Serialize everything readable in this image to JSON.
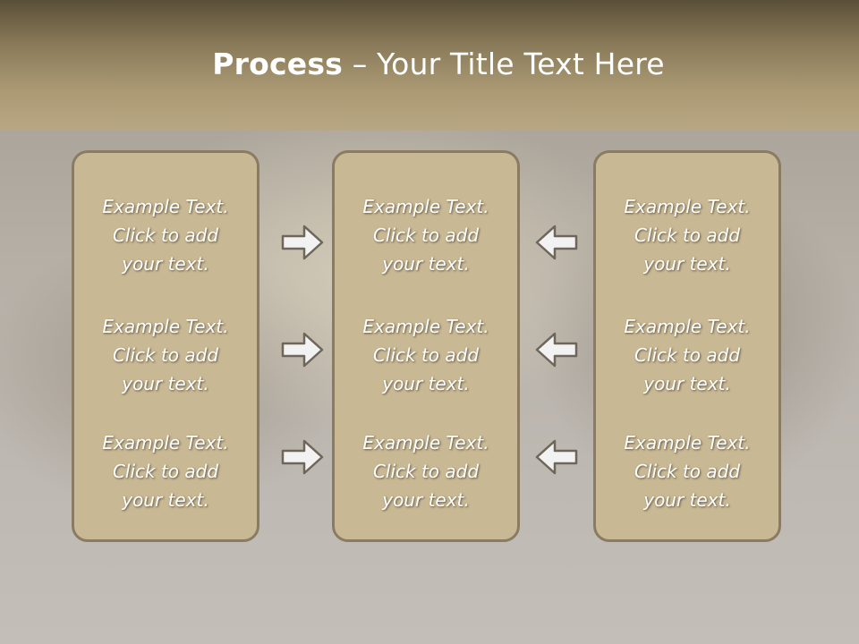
{
  "slide": {
    "title_bold": "Process",
    "title_rest": " – Your Title Text Here"
  },
  "columns": [
    {
      "items": [
        "Example Text.\nClick  to add\nyour text.",
        "Example Text.\nClick  to add\nyour text.",
        "Example Text.\nClick  to add\nyour text."
      ]
    },
    {
      "items": [
        "Example Text.\nClick  to add\nyour text.",
        "Example Text.\nClick  to add\nyour text.",
        "Example Text.\nClick  to add\nyour text."
      ]
    },
    {
      "items": [
        "Example Text.\nClick  to add\nyour text.",
        "Example Text.\nClick  to add\nyour text.",
        "Example Text.\nClick  to add\nyour text."
      ]
    }
  ],
  "arrows": {
    "left_group": [
      "right",
      "right",
      "right"
    ],
    "right_group": [
      "left",
      "left",
      "left"
    ]
  },
  "colors": {
    "header": "#8a7b5a",
    "panel_fill": "#c8b894",
    "panel_border": "#8a7c62",
    "arrow_fill": "#f2f2f2",
    "arrow_stroke": "#6e6658"
  }
}
